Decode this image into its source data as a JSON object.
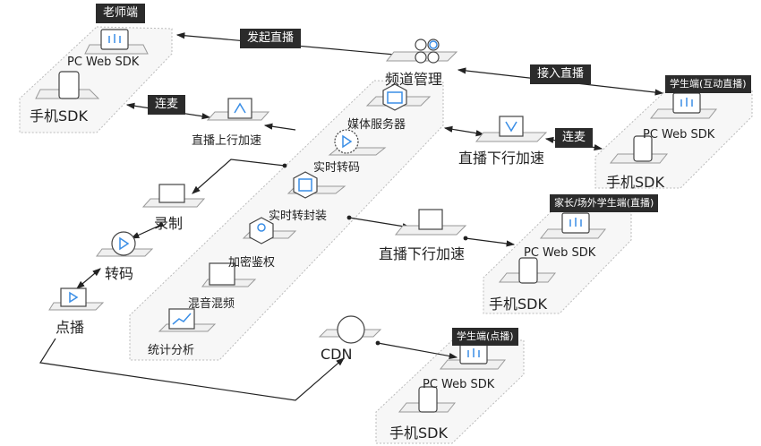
{
  "teacher": {
    "title": "老师端",
    "pc": "PC Web SDK",
    "mobile": "手机SDK"
  },
  "student_interactive": {
    "title": "学生端(互动直播)",
    "pc": "PC Web SDK",
    "mobile": "手机SDK"
  },
  "parent": {
    "title": "家长/场外学生端(直播)",
    "pc": "PC Web SDK",
    "mobile": "手机SDK"
  },
  "student_vod": {
    "title": "学生端(点播)",
    "pc": "PC Web SDK",
    "mobile": "手机SDK"
  },
  "edges": {
    "start_live": "发起直播",
    "join_live": "接入直播",
    "co_host_left": "连麦",
    "co_host_right": "连麦"
  },
  "nodes": {
    "channel": "频道管理",
    "media_server": "媒体服务器",
    "realtime_transcode": "实时转码",
    "realtime_remux": "实时转封装",
    "auth": "加密鉴权",
    "mixing": "混音混频",
    "stats": "统计分析",
    "uplink": "直播上行加速",
    "downlink_top": "直播下行加速",
    "downlink_bottom": "直播下行加速",
    "record": "录制",
    "transcode": "转码",
    "vod": "点播",
    "cdn": "CDN"
  },
  "colors": {
    "accent": "#3a8ee6",
    "tag_bg": "#2b2b2b",
    "line": "#222222"
  }
}
